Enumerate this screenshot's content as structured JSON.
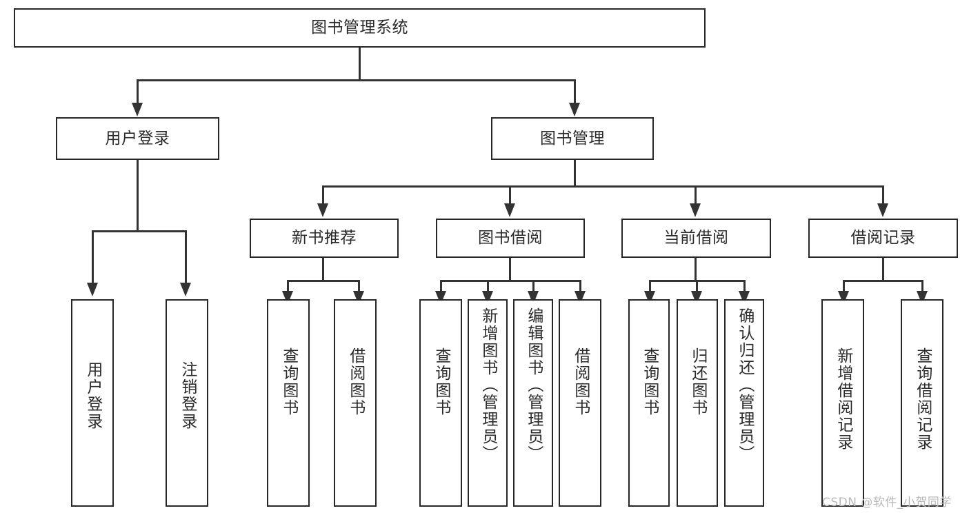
{
  "diagram": {
    "type": "tree",
    "title": "图书管理系统",
    "root": {
      "label": "图书管理系统"
    },
    "level2": [
      {
        "label": "用户登录"
      },
      {
        "label": "图书管理"
      }
    ],
    "level3": [
      {
        "label": "新书推荐"
      },
      {
        "label": "图书借阅"
      },
      {
        "label": "当前借阅"
      },
      {
        "label": "借阅记录"
      }
    ],
    "leaves": {
      "user_login": [
        {
          "label": "用户登录"
        },
        {
          "label": "注销登录"
        }
      ],
      "new_book_recommend": [
        {
          "label": "查询图书"
        },
        {
          "label": "借阅图书"
        }
      ],
      "book_borrow": [
        {
          "label": "查询图书"
        },
        {
          "label": "新增图书（管理员）"
        },
        {
          "label": "编辑图书（管理员）"
        },
        {
          "label": "借阅图书"
        }
      ],
      "current_borrow": [
        {
          "label": "查询图书"
        },
        {
          "label": "归还图书"
        },
        {
          "label": "确认归还（管理员）"
        }
      ],
      "borrow_record": [
        {
          "label": "新增借阅记录"
        },
        {
          "label": "查询借阅记录"
        }
      ]
    }
  },
  "watermark": {
    "text": "CSDN @软件_小贺同学"
  },
  "colors": {
    "box_border": "#262626",
    "line": "#333333",
    "text": "#2b2b2b",
    "background": "#ffffff",
    "watermark": "#b9b9b9"
  }
}
